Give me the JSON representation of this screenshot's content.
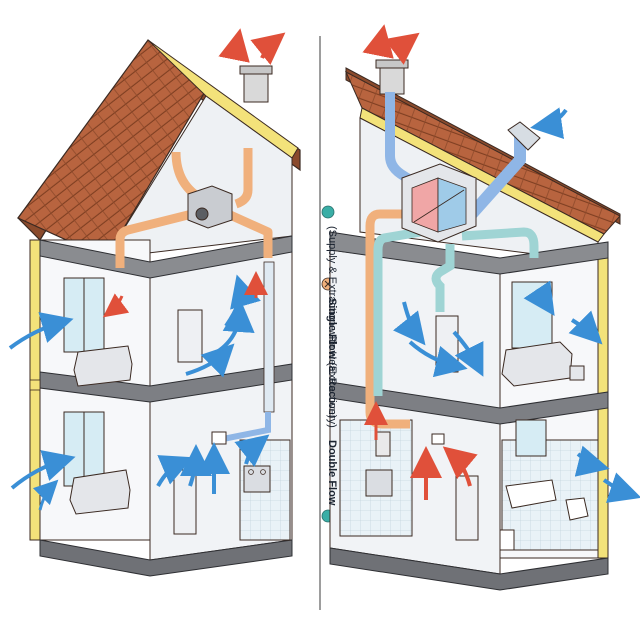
{
  "labels": {
    "single_flow_title": "Single Flow",
    "single_flow_subtitle": "(Extraction)",
    "double_flow_title": "Double Flow",
    "double_flow_subtitle": "(Supply & Extraction with Heat Recovery)"
  },
  "colors": {
    "roof_tile": "#b8643f",
    "insulation": "#f3e27a",
    "extract_duct": "#f0b07c",
    "supply_duct": "#9fd4d4",
    "fresh_air_duct": "#8fb6e6",
    "warm_arrow": "#e0503a",
    "cool_arrow": "#3a8fd6",
    "floor_slab": "#7d7f84",
    "wall": "#f4f5f7",
    "window_glass": "#d6ecf4"
  },
  "icons": {
    "single_flow_badge": "fan-icon",
    "double_flow_badge": "heat-recovery-icon"
  }
}
